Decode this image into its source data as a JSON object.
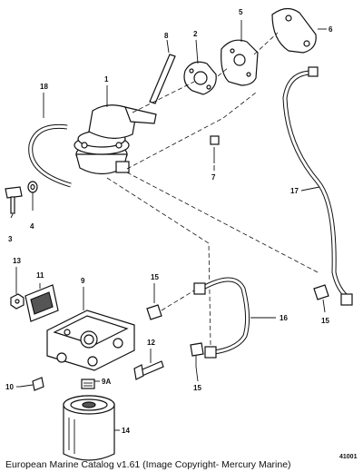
{
  "diagram": {
    "callouts": {
      "c1": "1",
      "c2": "2",
      "c3": "3",
      "c4": "4",
      "c5": "5",
      "c6": "6",
      "c7": "7",
      "c8": "8",
      "c9": "9",
      "c9a": "9A",
      "c10": "10",
      "c11": "11",
      "c12": "12",
      "c13": "13",
      "c14": "14",
      "c15a": "15",
      "c15b": "15",
      "c15c": "15",
      "c16": "16",
      "c17": "17",
      "c18": "18"
    },
    "figure_number": "41001"
  },
  "footer": {
    "caption": "European Marine Catalog v1.61 (Image Copyright- Mercury Marine)"
  }
}
